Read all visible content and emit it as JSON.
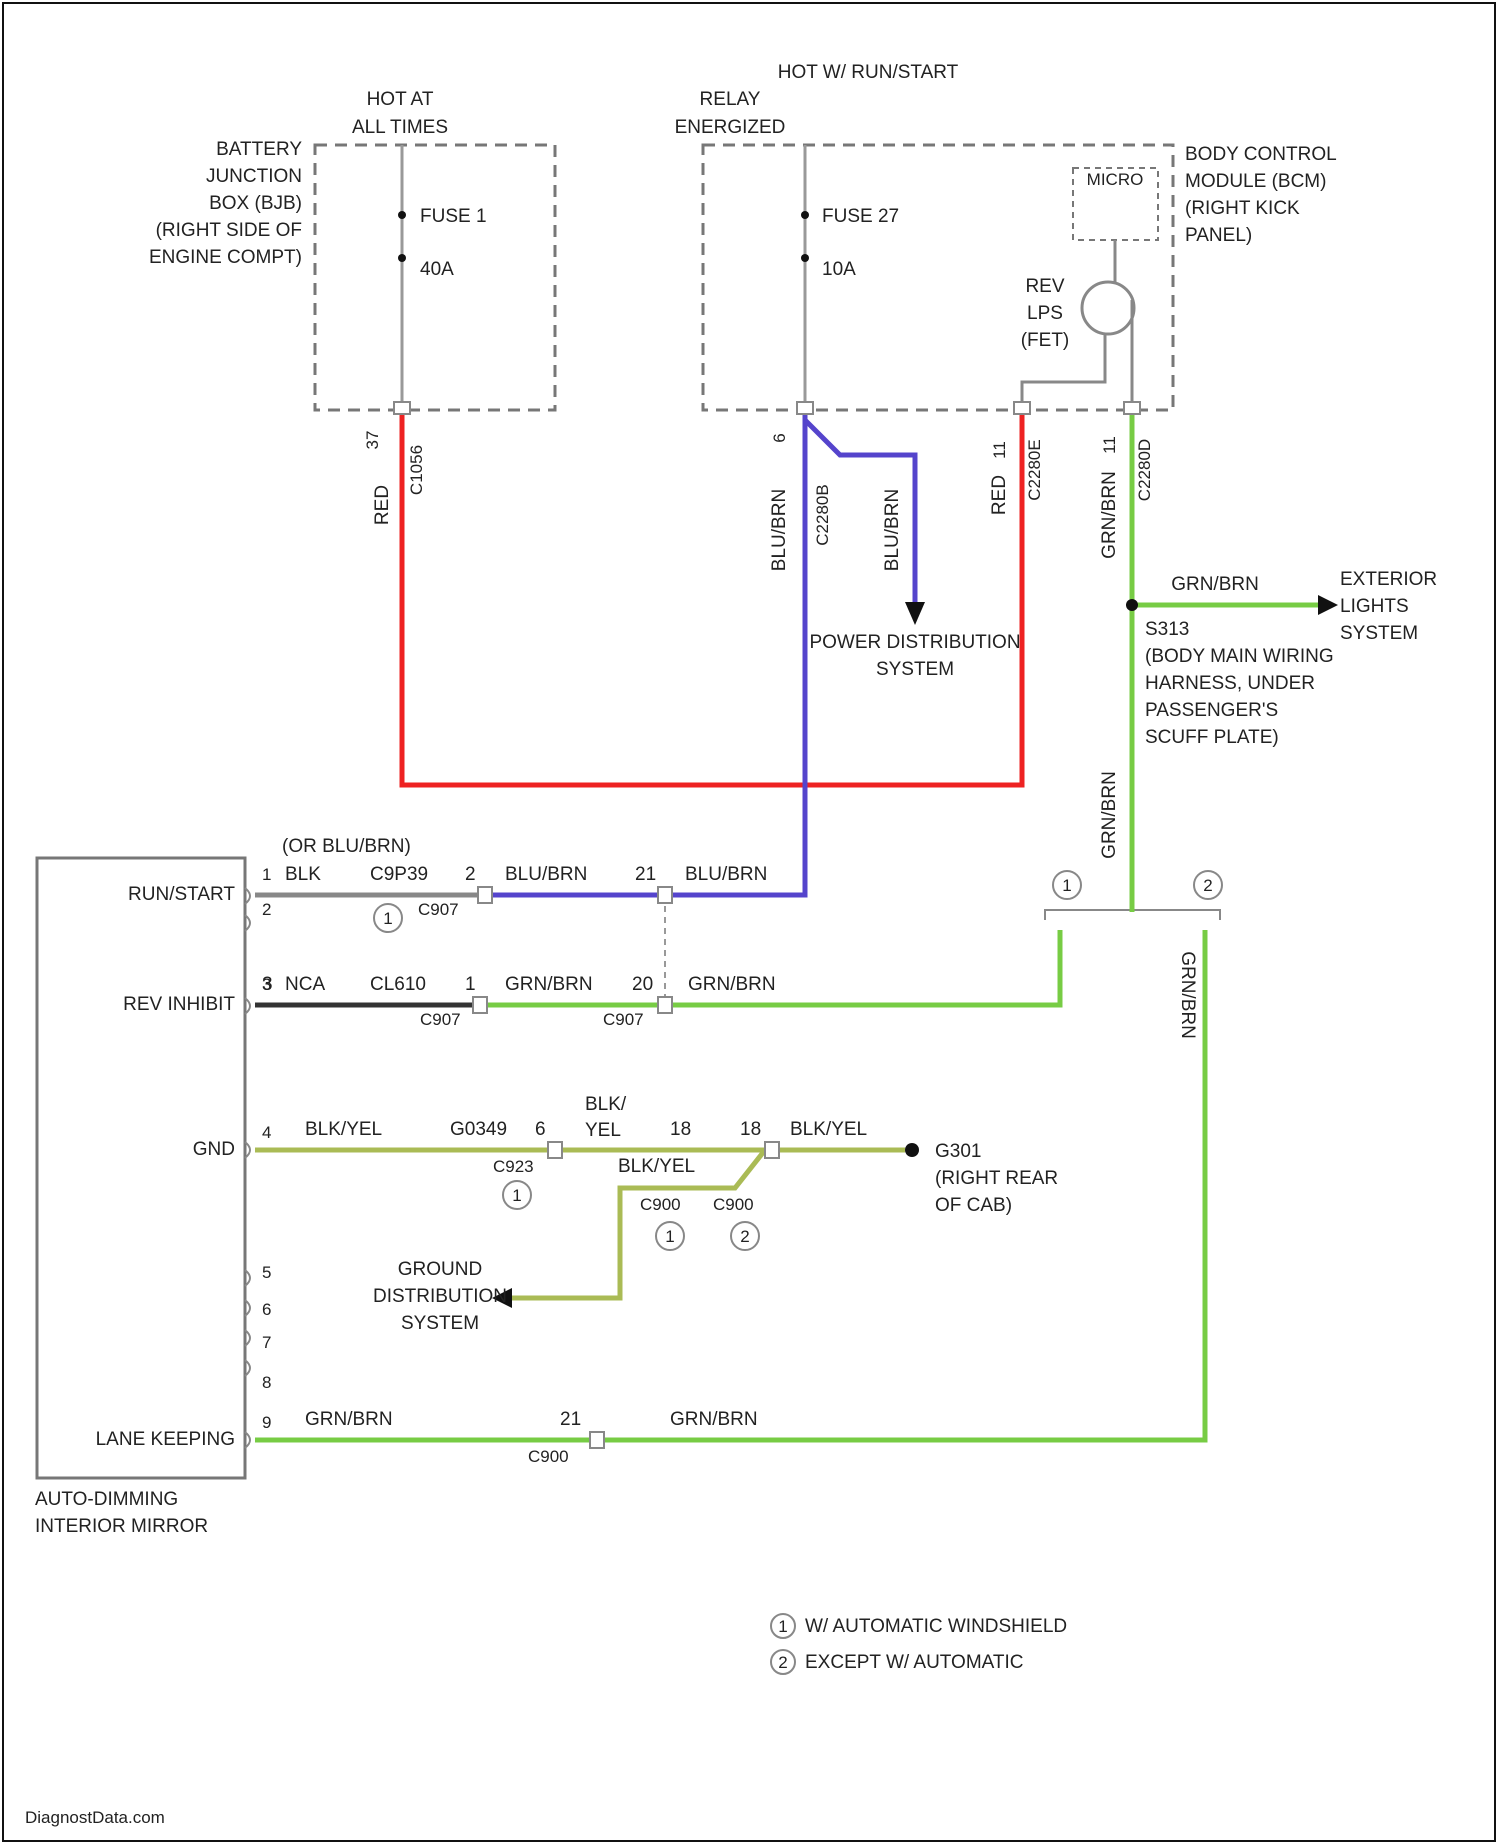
{
  "colors": {
    "red_wire": "#ee2222",
    "blue_wire": "#5544cc",
    "green_wire": "#77cc44",
    "yellow_green_wire": "#aabb55",
    "gray_wire": "#888888",
    "dark_wire": "#333333",
    "box_dash": "#777777"
  },
  "top": {
    "hot_at_all_times": [
      "HOT AT",
      "ALL TIMES"
    ],
    "hot_w_runstart": "HOT W/ RUN/START",
    "relay_energized": [
      "RELAY",
      "ENERGIZED"
    ]
  },
  "battery_box": {
    "label": [
      "BATTERY",
      "JUNCTION",
      "BOX (BJB)",
      "(RIGHT SIDE OF",
      "ENGINE COMPT)"
    ],
    "fuse": "FUSE 1",
    "amps": "40A",
    "pin": "37",
    "connector": "C1056",
    "wire": "RED"
  },
  "bcm": {
    "label": [
      "BODY CONTROL",
      "MODULE (BCM)",
      "(RIGHT KICK",
      "PANEL)"
    ],
    "fuse": "FUSE 27",
    "amps": "10A",
    "micro": "MICRO",
    "rev": [
      "REV",
      "LPS",
      "(FET)"
    ],
    "pin_a": "6",
    "conn_a": "C2280B",
    "wire_a": "BLU/BRN",
    "pin_b": "11",
    "conn_b": "C2280E",
    "wire_b": "RED",
    "pin_c": "11",
    "conn_c": "C2280D",
    "wire_c": "GRN/BRN"
  },
  "power_distribution": {
    "wire": "BLU/BRN",
    "label": [
      "POWER DISTRIBUTION",
      "SYSTEM"
    ]
  },
  "splice": {
    "wire": "GRN/BRN",
    "ext_label": [
      "EXTERIOR",
      "LIGHTS",
      "SYSTEM"
    ],
    "label": [
      "S313",
      "(BODY MAIN WIRING",
      "HARNESS, UNDER",
      "PASSENGER'S",
      "SCUFF PLATE)"
    ],
    "down_wire": "GRN/BRN",
    "right_wire": "GRN/BRN",
    "note_1": "1",
    "note_2": "2"
  },
  "mirror": {
    "label": [
      "AUTO-DIMMING",
      "INTERIOR MIRROR"
    ],
    "run_start": "RUN/START",
    "rev_inhibit": "REV INHIBIT",
    "gnd": "GND",
    "lane_keeping": "LANE KEEPING",
    "pins": [
      "1",
      "2",
      "3",
      "4",
      "5",
      "6",
      "7",
      "8",
      "9"
    ]
  },
  "row_run": {
    "alt": "(OR BLU/BRN)",
    "wire1": "BLK",
    "conn1": "C9P39",
    "pin2": "2",
    "wire2": "BLU/BRN",
    "pin3": "21",
    "wire3": "BLU/BRN",
    "conn2": "C907",
    "note": "1"
  },
  "row_rev": {
    "pin": "3",
    "wire1": "NCA",
    "conn1": "CL610",
    "pin2": "1",
    "wire2": "GRN/BRN",
    "pin3": "20",
    "wire3": "GRN/BRN",
    "conn2": "C907",
    "conn3": "C907"
  },
  "row_gnd": {
    "wire1": "BLK/YEL",
    "conn1": "G0349",
    "pin2": "6",
    "wire2": [
      "BLK/",
      "YEL"
    ],
    "pin3": "18",
    "pin4": "18",
    "wire3": "BLK/YEL",
    "wire4": "BLK/YEL",
    "conn2": "C923",
    "conn3": "C900",
    "conn4": "C900",
    "note1": "1",
    "note2": "1",
    "note3": "2",
    "ground": [
      "G301",
      "(RIGHT REAR",
      "OF CAB)"
    ],
    "ground_dist": [
      "GROUND",
      "DISTRIBUTION",
      "SYSTEM"
    ]
  },
  "row_lane": {
    "wire1": "GRN/BRN",
    "pin2": "21",
    "wire2": "GRN/BRN",
    "conn": "C900"
  },
  "notes": {
    "n1": "W/ AUTOMATIC WINDSHIELD",
    "n2": "EXCEPT W/ AUTOMATIC",
    "n1_num": "1",
    "n2_num": "2"
  },
  "watermark": "DiagnostData.com"
}
